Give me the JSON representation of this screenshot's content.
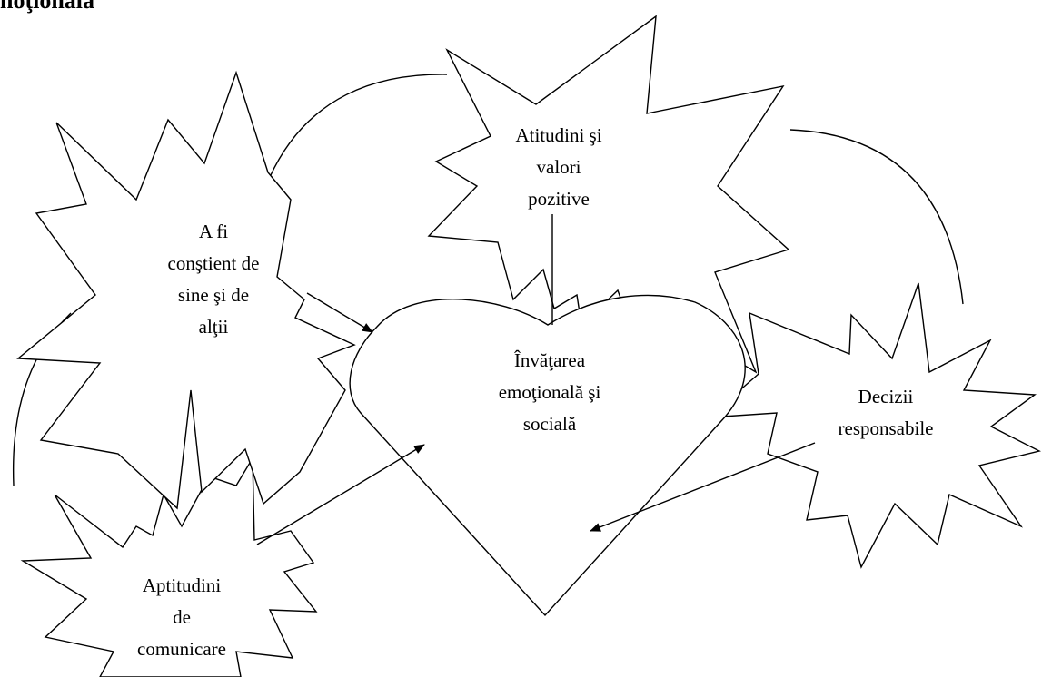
{
  "heading": "noţională",
  "nodes": {
    "center": {
      "lines": [
        "Învăţarea",
        "emoţională şi",
        "socială"
      ]
    },
    "self": {
      "lines": [
        "A fi",
        "conştient de",
        "sine şi de",
        "alţii"
      ]
    },
    "values": {
      "lines": [
        "Atitudini şi",
        "valori",
        "pozitive"
      ]
    },
    "decisions": {
      "lines": [
        "Decizii",
        "responsabile"
      ]
    },
    "communication": {
      "lines": [
        "Aptitudini",
        "de",
        "comunicare"
      ]
    }
  },
  "colors": {
    "stroke": "#000000",
    "fill": "#ffffff",
    "text": "#000000"
  }
}
